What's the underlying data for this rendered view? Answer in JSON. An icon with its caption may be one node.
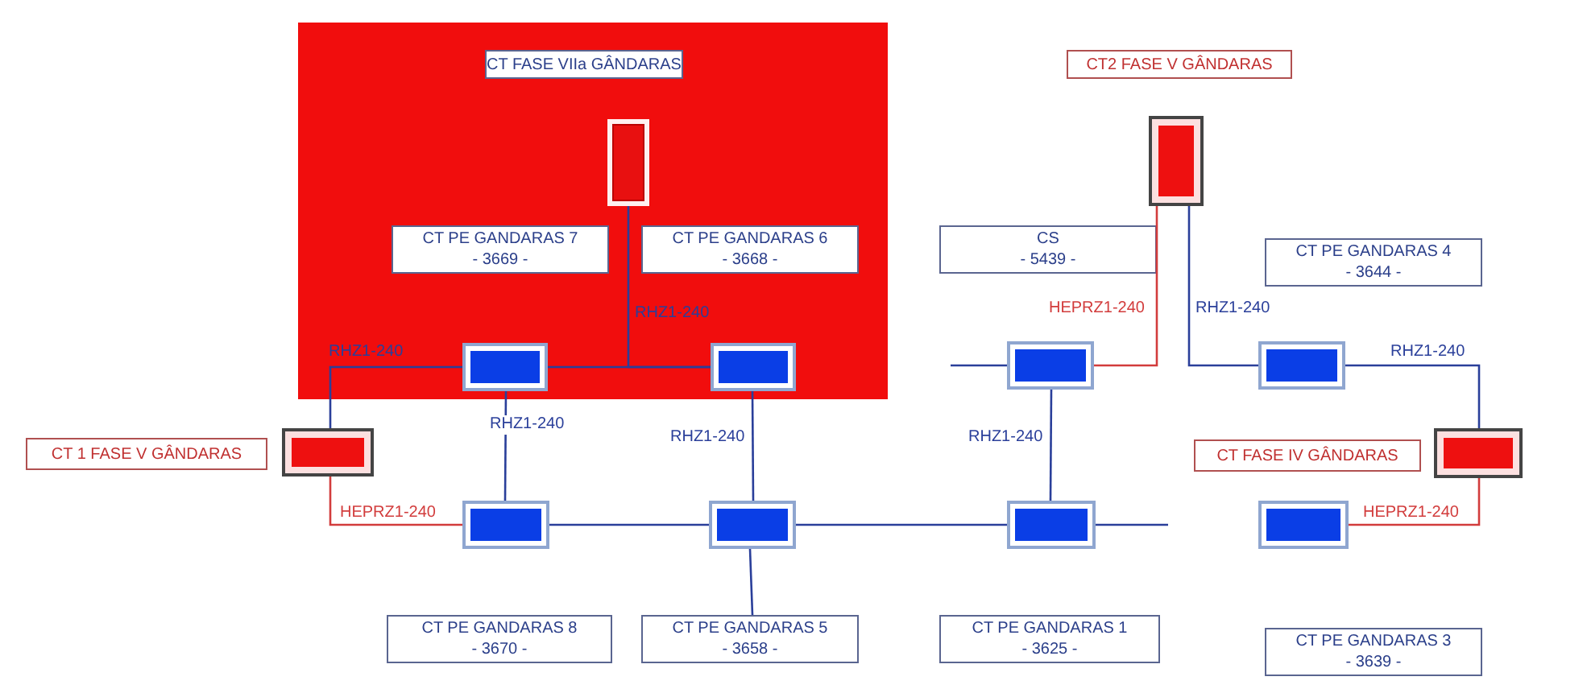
{
  "diagram": {
    "nodes": [
      {
        "text": [],
        "shape": "box"
      },
      {
        "text": [
          "CT FASE VIIa GÂNDARAS"
        ],
        "in": 0
      },
      {
        "text": [],
        "shape": "box",
        "in": 0
      },
      {
        "text": [
          "CT PE GANDARAS 7",
          "- 3669 -"
        ],
        "in": 0
      },
      {
        "text": [
          "CT PE GANDARAS 6",
          "- 3668 -"
        ],
        "in": 0
      },
      {
        "text": [],
        "shape": "box",
        "in": 0
      },
      {
        "text": [],
        "shape": "box",
        "in": 0
      },
      {
        "text": [
          "CT2 FASE V GÂNDARAS"
        ]
      },
      {
        "text": [],
        "shape": "box"
      },
      {
        "text": [
          "CS",
          "- 5439 -"
        ]
      },
      {
        "text": [
          "CT PE GANDARAS 4",
          "- 3644 -"
        ]
      },
      {
        "text": [],
        "shape": "box"
      },
      {
        "text": [],
        "shape": "box"
      },
      {
        "text": [
          "CT 1 FASE V GÂNDARAS"
        ]
      },
      {
        "text": [],
        "shape": "box"
      },
      {
        "text": [
          "CT FASE IV GÂNDARAS"
        ]
      },
      {
        "text": [],
        "shape": "box"
      },
      {
        "text": [],
        "shape": "box"
      },
      {
        "text": [],
        "shape": "box"
      },
      {
        "text": [],
        "shape": "box"
      },
      {
        "text": [],
        "shape": "box"
      },
      {
        "text": [
          "CT PE GANDARAS 8",
          "- 3670 -"
        ]
      },
      {
        "text": [
          "CT PE GANDARAS 5",
          "- 3658 -"
        ]
      },
      {
        "text": [
          "CT PE GANDARAS 1",
          "- 3625 -"
        ]
      },
      {
        "text": [
          "CT PE GANDARAS 3",
          "- 3639 -"
        ]
      }
    ],
    "edges": [
      {
        "from": 2,
        "to": 6,
        "arrow": "none",
        "label": "RHZ1-240"
      },
      {
        "from": 5,
        "to": 6,
        "arrow": "none"
      },
      {
        "from": 14,
        "to": 5,
        "arrow": "none",
        "label": "RHZ1-240"
      },
      {
        "from": 5,
        "to": 17,
        "arrow": "none",
        "label": "RHZ1-240"
      },
      {
        "from": 6,
        "to": 18,
        "arrow": "none",
        "label": "RHZ1-240"
      },
      {
        "from": 14,
        "to": 17,
        "arrow": "none",
        "label": "HEPRZ1-240",
        "color": "#d23c3c"
      },
      {
        "from": 17,
        "to": 18,
        "arrow": "none"
      },
      {
        "from": 18,
        "to": 19,
        "arrow": "none"
      },
      {
        "from": 19,
        "to": null,
        "arrow": "none"
      },
      {
        "from": 18,
        "to": 22,
        "arrow": "none"
      },
      {
        "from": 11,
        "to": 19,
        "arrow": "none",
        "label": "RHZ1-240"
      },
      {
        "from": null,
        "to": 11,
        "arrow": "none"
      },
      {
        "from": 8,
        "to": 11,
        "arrow": "none",
        "label": "HEPRZ1-240",
        "color": "#d23c3c"
      },
      {
        "from": 8,
        "to": 12,
        "arrow": "none",
        "label": "RHZ1-240"
      },
      {
        "from": 12,
        "to": 16,
        "arrow": "none",
        "label": "RHZ1-240"
      },
      {
        "from": 16,
        "to": 20,
        "arrow": "none",
        "label": "HEPRZ1-240",
        "color": "#d23c3c"
      }
    ]
  }
}
